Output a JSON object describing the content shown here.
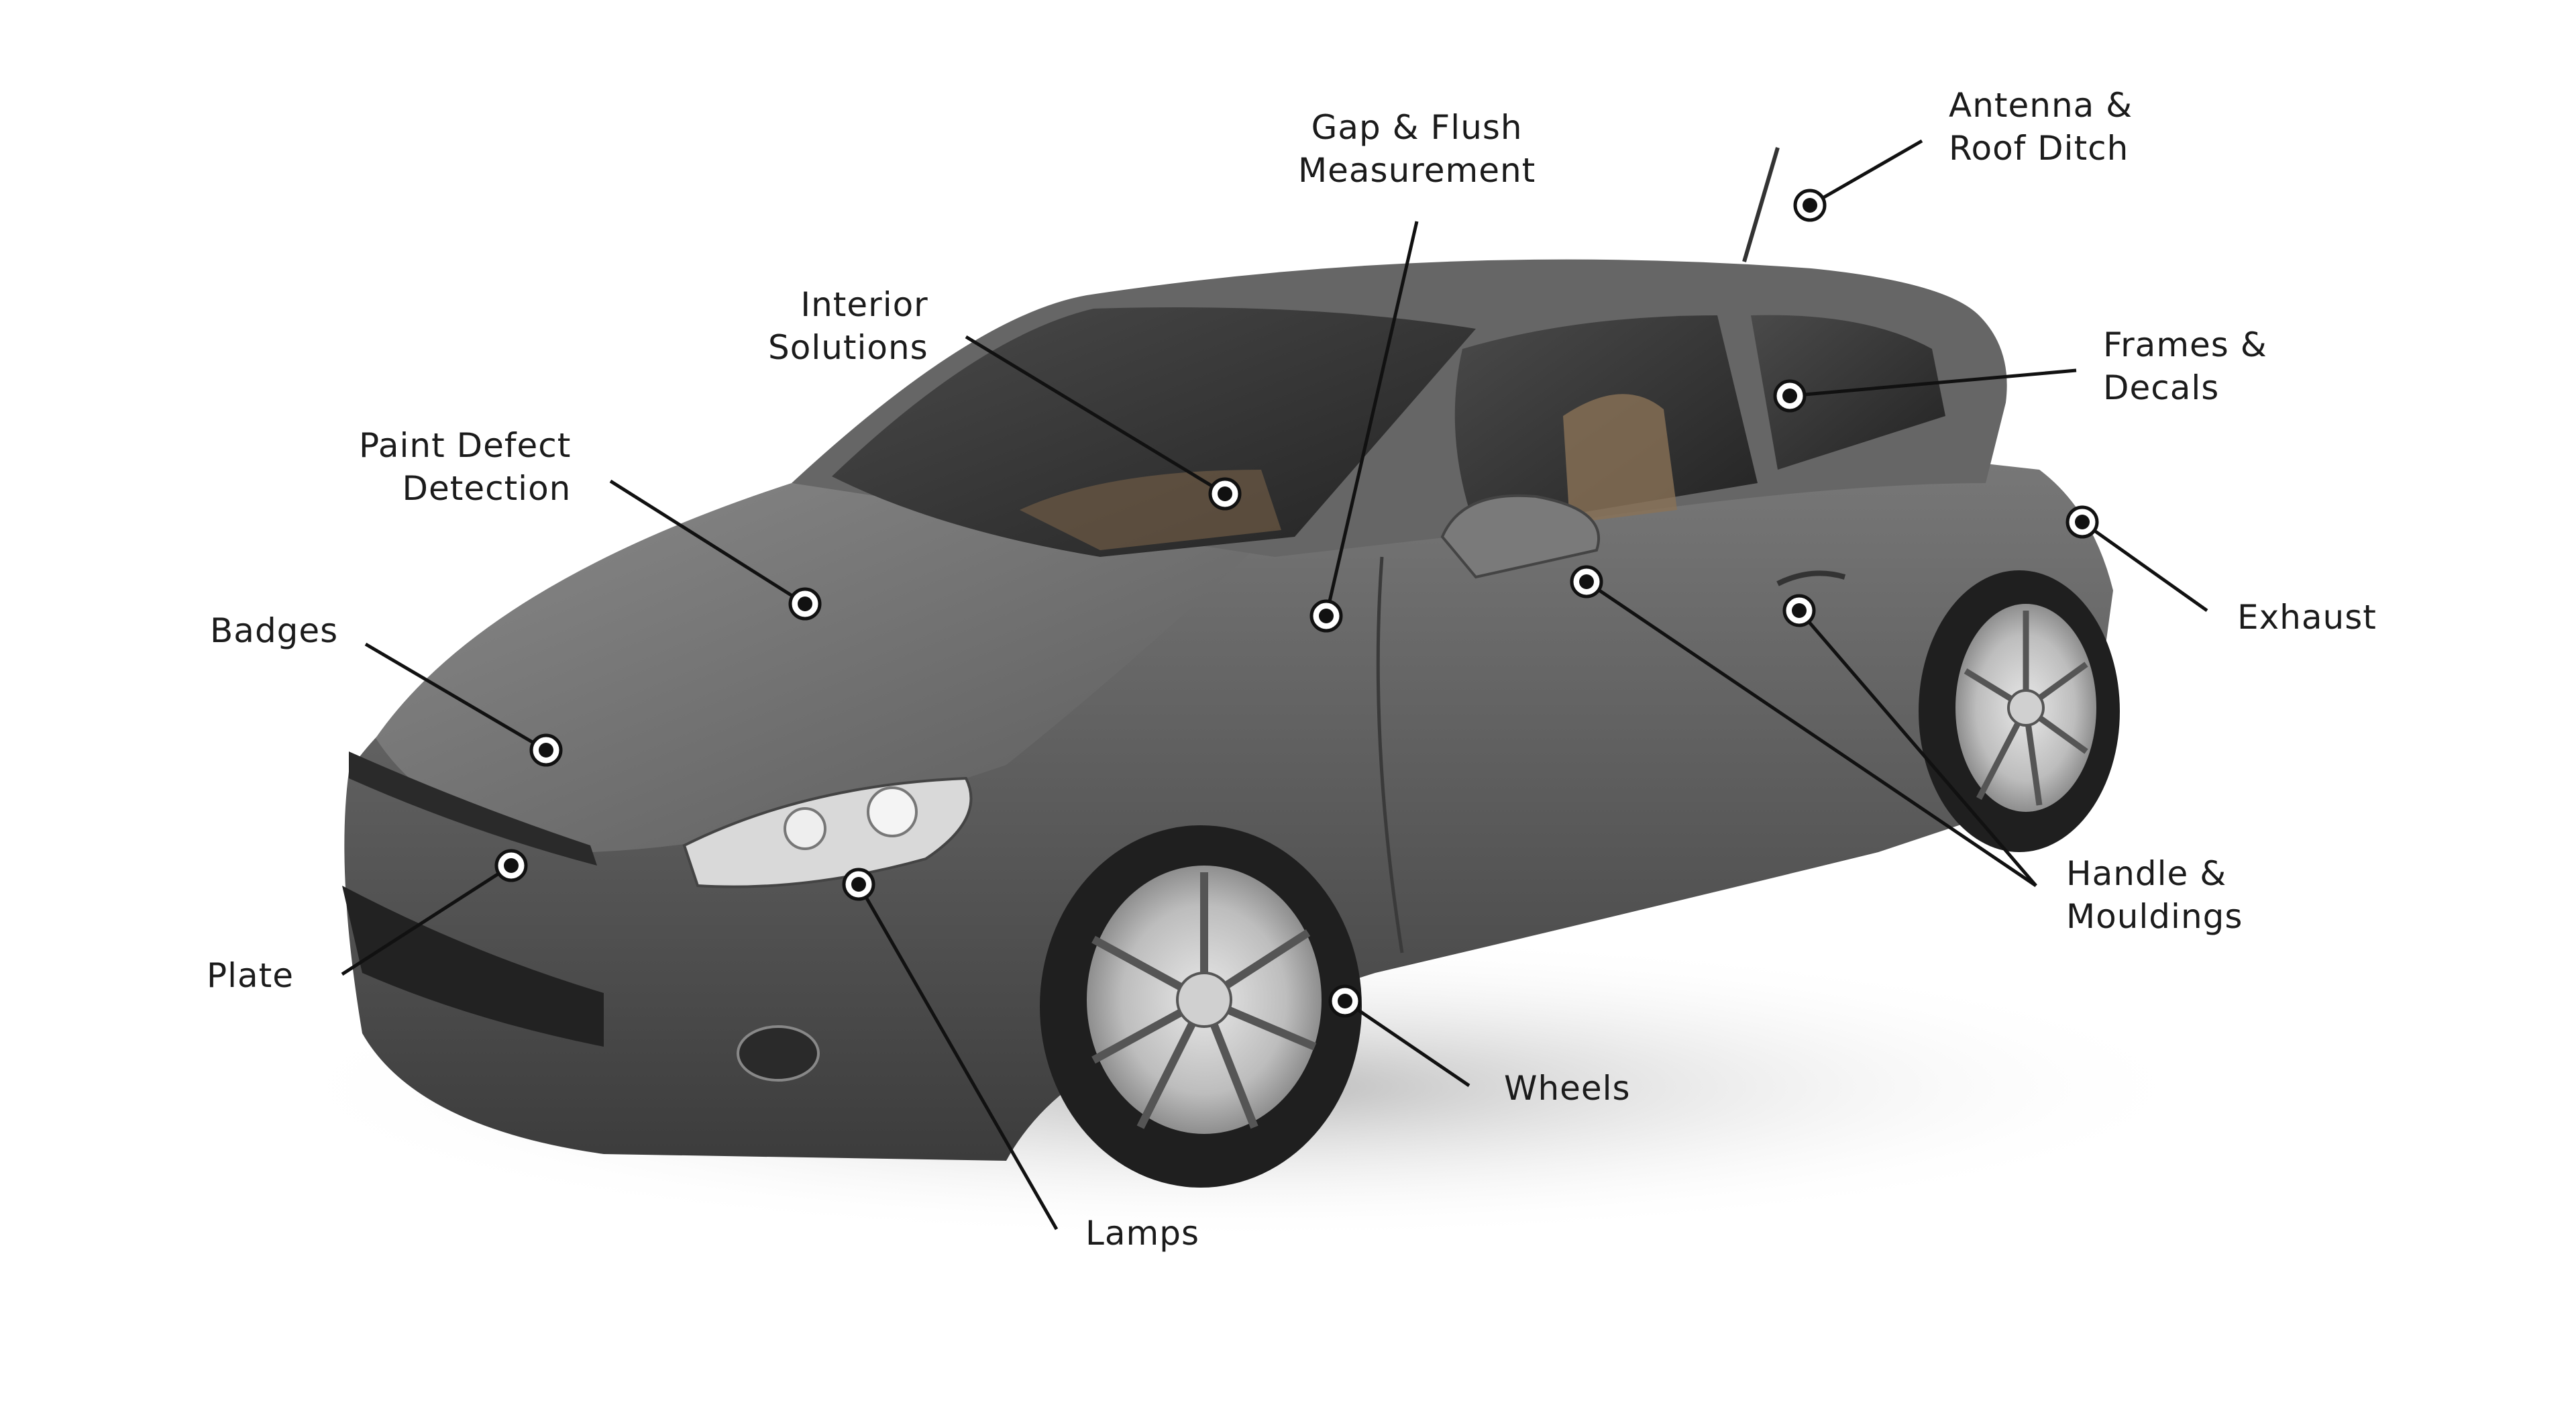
{
  "colors": {
    "background": "#ffffff",
    "car_body": "#5a5a5a",
    "car_body_dark": "#3a3a3a",
    "glass": "#2c2c2c",
    "interior": "#8a7256",
    "tire": "#1e1e1e",
    "rim": "#c9c9c9",
    "line": "#111111",
    "label_text": "#1b1b1b"
  },
  "callouts": [
    {
      "id": "antenna",
      "label": "Antenna &\nRoof Ditch"
    },
    {
      "id": "gap",
      "label": "Gap & Flush\nMeasurement"
    },
    {
      "id": "interior",
      "label": "Interior\nSolutions"
    },
    {
      "id": "frames",
      "label": "Frames &\nDecals"
    },
    {
      "id": "paint",
      "label": "Paint Defect\nDetection"
    },
    {
      "id": "exhaust",
      "label": "Exhaust"
    },
    {
      "id": "badges",
      "label": "Badges"
    },
    {
      "id": "handle",
      "label": "Handle &\nMouldings"
    },
    {
      "id": "plate",
      "label": "Plate"
    },
    {
      "id": "wheels",
      "label": "Wheels"
    },
    {
      "id": "lamps",
      "label": "Lamps"
    }
  ]
}
